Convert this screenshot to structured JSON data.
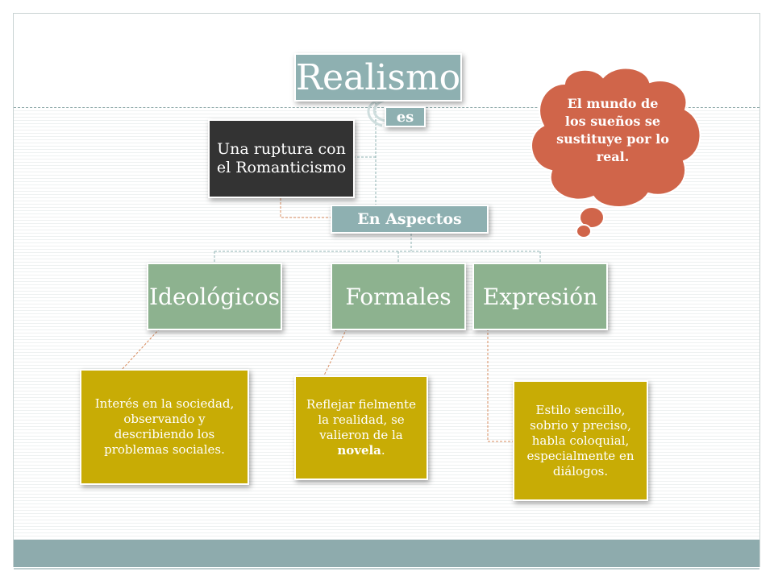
{
  "diagram": {
    "title": "Realismo",
    "connector_label": "es",
    "definition": "Una ruptura con el Romanticismo",
    "aspects_label": "En Aspectos",
    "aspects": [
      {
        "label": "Ideológicos",
        "description": "Interés en la sociedad, observando y describiendo los problemas sociales."
      },
      {
        "label": "Formales",
        "description_before": "Reflejar fielmente la realidad, se valieron de la ",
        "description_emph": "novela",
        "description_after": "."
      },
      {
        "label": "Expresión",
        "description": "Estilo sencillo, sobrio y preciso, habla coloquial, especialmente en diálogos."
      }
    ],
    "thought_bubble": "El mundo de los sueños se sustituye por lo real."
  },
  "colors": {
    "title_box": "#8eb0b1",
    "aspect_box": "#8db28f",
    "definition_box": "#333333",
    "description_box": "#c8ac05",
    "bubble": "#d0654a",
    "footer_band": "#8eabad"
  }
}
